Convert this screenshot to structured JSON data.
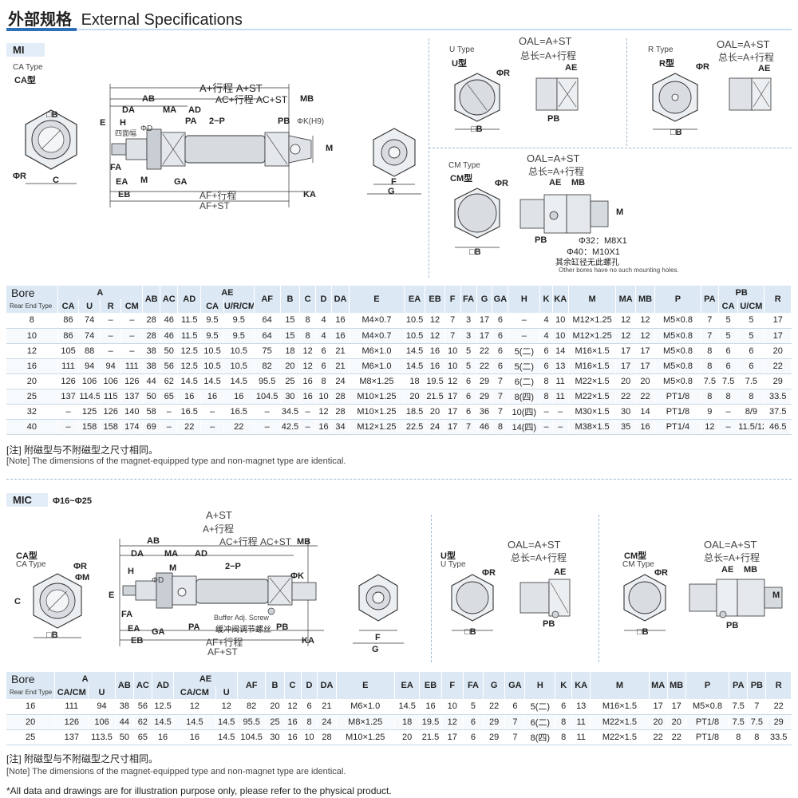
{
  "header": {
    "title_cn": "外部规格",
    "title_en": "External Specifications"
  },
  "mi": {
    "label": "MI",
    "ca_type": "CA Type",
    "ca_cn": "CA型",
    "u_type": "U Type",
    "u_cn": "U型",
    "r_type": "R Type",
    "r_cn": "R型",
    "cm_type": "CM Type",
    "cm_cn": "CM型",
    "oal": "OAL=A+ST",
    "oal_cn": "总长=A+行程",
    "cm_note1": "Φ32：M8X1",
    "cm_note2": "Φ40：M10X1",
    "cm_note3": "其余缸径无此螺孔",
    "cm_note4": "Other bores have no such mounting holes.",
    "dims": {
      "a_st": "A+行程 A+ST",
      "ac_st": "AC+行程 AC+ST",
      "ab": "AB",
      "da": "DA",
      "ma": "MA",
      "ad": "AD",
      "mb": "MB",
      "pa": "PA",
      "two_p": "2−P",
      "pb": "PB",
      "phi_k": "ΦK(H9)",
      "e": "E",
      "h": "H",
      "four_flat": "四面幅",
      "phi_d": "ΦD",
      "fa": "FA",
      "ea": "EA",
      "eb": "EB",
      "m": "M",
      "ga": "GA",
      "af_st_cn": "AF+行程",
      "af_st": "AF+ST",
      "ka": "KA",
      "box_b": "□B",
      "phi_r": "ΦR",
      "c": "C",
      "f": "F",
      "g": "G",
      "ae": "AE"
    },
    "bore_header": "Bore",
    "rear_header": "Rear End Type",
    "top_headers": [
      "A",
      "AB",
      "AC",
      "AD",
      "AE",
      "AF",
      "B",
      "C",
      "D",
      "DA",
      "E",
      "EA",
      "EB",
      "F",
      "FA",
      "G",
      "GA",
      "H",
      "K",
      "KA",
      "M",
      "MA",
      "MB",
      "P",
      "PA",
      "PB",
      "R"
    ],
    "sub_headers": [
      "CA",
      "U",
      "R",
      "CM",
      "CA",
      "U/R/CM",
      "CA",
      "U/CM"
    ],
    "rows": [
      [
        "8",
        "86",
        "74",
        "–",
        "–",
        "28",
        "46",
        "11.5",
        "9.5",
        "9.5",
        "64",
        "15",
        "8",
        "4",
        "16",
        "M4×0.7",
        "10.5",
        "12",
        "7",
        "3",
        "17",
        "6",
        "–",
        "4",
        "10",
        "M12×1.25",
        "12",
        "12",
        "M5×0.8",
        "7",
        "5",
        "5",
        "17"
      ],
      [
        "10",
        "86",
        "74",
        "–",
        "–",
        "28",
        "46",
        "11.5",
        "9.5",
        "9.5",
        "64",
        "15",
        "8",
        "4",
        "16",
        "M4×0.7",
        "10.5",
        "12",
        "7",
        "3",
        "17",
        "6",
        "–",
        "4",
        "10",
        "M12×1.25",
        "12",
        "12",
        "M5×0.8",
        "7",
        "5",
        "5",
        "17"
      ],
      [
        "12",
        "105",
        "88",
        "–",
        "–",
        "38",
        "50",
        "12.5",
        "10.5",
        "10.5",
        "75",
        "18",
        "12",
        "6",
        "21",
        "M6×1.0",
        "14.5",
        "16",
        "10",
        "5",
        "22",
        "6",
        "5(二)",
        "6",
        "14",
        "M16×1.5",
        "17",
        "17",
        "M5×0.8",
        "8",
        "6",
        "6",
        "20"
      ],
      [
        "16",
        "111",
        "94",
        "94",
        "111",
        "38",
        "56",
        "12.5",
        "10.5",
        "10.5",
        "82",
        "20",
        "12",
        "6",
        "21",
        "M6×1.0",
        "14.5",
        "16",
        "10",
        "5",
        "22",
        "6",
        "5(二)",
        "6",
        "13",
        "M16×1.5",
        "17",
        "17",
        "M5×0.8",
        "8",
        "6",
        "6",
        "22"
      ],
      [
        "20",
        "126",
        "106",
        "106",
        "126",
        "44",
        "62",
        "14.5",
        "14.5",
        "14.5",
        "95.5",
        "25",
        "16",
        "8",
        "24",
        "M8×1.25",
        "18",
        "19.5",
        "12",
        "6",
        "29",
        "7",
        "6(二)",
        "8",
        "11",
        "M22×1.5",
        "20",
        "20",
        "M5×0.8",
        "7.5",
        "7.5",
        "7.5",
        "29"
      ],
      [
        "25",
        "137",
        "114.5",
        "115",
        "137",
        "50",
        "65",
        "16",
        "16",
        "16",
        "104.5",
        "30",
        "16",
        "10",
        "28",
        "M10×1.25",
        "20",
        "21.5",
        "17",
        "6",
        "29",
        "7",
        "8(四)",
        "8",
        "11",
        "M22×1.5",
        "22",
        "22",
        "PT1/8",
        "8",
        "8",
        "8",
        "33.5"
      ],
      [
        "32",
        "–",
        "125",
        "126",
        "140",
        "58",
        "–",
        "16.5",
        "–",
        "16.5",
        "–",
        "34.5",
        "–",
        "12",
        "28",
        "M10×1.25",
        "18.5",
        "20",
        "17",
        "6",
        "36",
        "7",
        "10(四)",
        "–",
        "–",
        "M30×1.5",
        "30",
        "14",
        "PT1/8",
        "9",
        "–",
        "8/9",
        "37.5"
      ],
      [
        "40",
        "–",
        "158",
        "158",
        "174",
        "69",
        "–",
        "22",
        "–",
        "22",
        "–",
        "42.5",
        "–",
        "16",
        "34",
        "M12×1.25",
        "22.5",
        "24",
        "17",
        "7",
        "46",
        "8",
        "14(四)",
        "–",
        "–",
        "M38×1.5",
        "35",
        "16",
        "PT1/4",
        "12",
        "–",
        "11.5/12",
        "46.5"
      ]
    ],
    "note_cn": "[注] 附磁型与不附磁型之尺寸相同。",
    "note_en": "[Note] The dimensions of the magnet-equipped type and non-magnet type are identical."
  },
  "mic": {
    "label": "MIC",
    "range": "Φ16~Φ25",
    "ca_cn": "CA型",
    "ca_type": "CA Type",
    "u_cn": "U型",
    "u_type": "U Type",
    "cm_cn": "CM型",
    "cm_type": "CM Type",
    "oal": "OAL=A+ST",
    "oal_cn": "总长=A+行程",
    "dims": {
      "a_st": "A+ST",
      "a_st_cn": "A+行程",
      "ac_st": "AC+行程 AC+ST",
      "ab": "AB",
      "da": "DA",
      "ma": "MA",
      "ad": "AD",
      "mb": "MB",
      "two_p": "2−P",
      "phi_k": "ΦK",
      "h": "H",
      "phi_d": "ΦD",
      "fa": "FA",
      "ea": "EA",
      "eb": "EB",
      "ga": "GA",
      "pa": "PA",
      "pb": "PB",
      "m": "M",
      "e": "E",
      "c": "C",
      "phi_r": "ΦR",
      "phi_m": "ΦM",
      "box_b": "□B",
      "buffer_en": "Buffer Adj. Screw",
      "buffer_cn": "缓冲阀调节螺丝",
      "af_st_cn": "AF+行程",
      "af_st": "AF+ST",
      "ka": "KA",
      "f": "F",
      "g": "G",
      "ae": "AE"
    },
    "bore_header": "Bore",
    "rear_header": "Rear End Type",
    "top_headers": [
      "A",
      "AB",
      "AC",
      "AD",
      "AE",
      "AF",
      "B",
      "C",
      "D",
      "DA",
      "E",
      "EA",
      "EB",
      "F",
      "FA",
      "G",
      "GA",
      "H",
      "K",
      "KA",
      "M",
      "MA",
      "MB",
      "P",
      "PA",
      "PB",
      "R"
    ],
    "sub_headers": [
      "CA/CM",
      "U",
      "CA/CM",
      "U"
    ],
    "rows": [
      [
        "16",
        "111",
        "94",
        "38",
        "56",
        "12.5",
        "12",
        "12",
        "82",
        "20",
        "12",
        "6",
        "21",
        "M6×1.0",
        "14.5",
        "16",
        "10",
        "5",
        "22",
        "6",
        "5(二)",
        "6",
        "13",
        "M16×1.5",
        "17",
        "17",
        "M5×0.8",
        "7.5",
        "7",
        "22"
      ],
      [
        "20",
        "126",
        "106",
        "44",
        "62",
        "14.5",
        "14.5",
        "14.5",
        "95.5",
        "25",
        "16",
        "8",
        "24",
        "M8×1.25",
        "18",
        "19.5",
        "12",
        "6",
        "29",
        "7",
        "6(二)",
        "8",
        "11",
        "M22×1.5",
        "20",
        "20",
        "PT1/8",
        "7.5",
        "7.5",
        "29"
      ],
      [
        "25",
        "137",
        "113.5",
        "50",
        "65",
        "16",
        "16",
        "14.5",
        "104.5",
        "30",
        "16",
        "10",
        "28",
        "M10×1.25",
        "20",
        "21.5",
        "17",
        "6",
        "29",
        "7",
        "8(四)",
        "8",
        "11",
        "M22×1.5",
        "22",
        "22",
        "PT1/8",
        "8",
        "8",
        "33.5"
      ]
    ],
    "note_cn": "[注] 附磁型与不附磁型之尺寸相同。",
    "note_en": "[Note] The dimensions of the magnet-equipped type and non-magnet type are identical."
  },
  "footer": "*All data and drawings are for illustration purpose only, please refer to the physical product.",
  "colors": {
    "accent": "#2f6fb7",
    "header_fill": "#dce9f5",
    "line": "#c9ddef"
  }
}
